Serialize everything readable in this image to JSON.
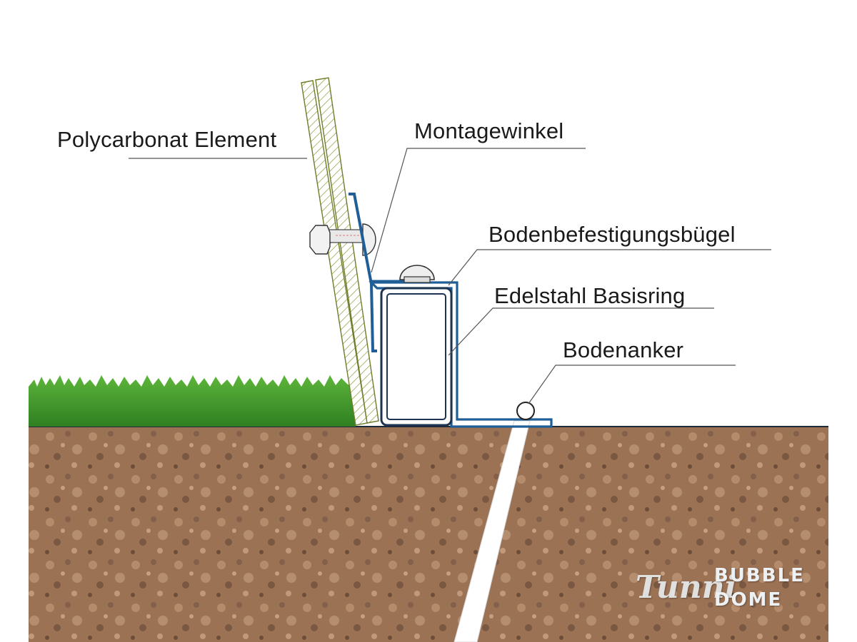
{
  "labels": {
    "polycarbonate": "Polycarbonat Element",
    "mounting_bracket": "Montagewinkel",
    "ground_bracket": "Bodenbefestigungsbügel",
    "base_ring": "Edelstahl Basisring",
    "ground_anchor": "Bodenanker"
  },
  "logo": {
    "script": "Tunni",
    "line1": "BUBBLE",
    "line2": "DOME"
  },
  "colors": {
    "background": "#ffffff",
    "grass": "#3f9a2a",
    "soil": "#a0775a",
    "panel_hatch": "#8c9a3a",
    "bracket_blue": "#1f5e97",
    "anchor": "#ffffff"
  }
}
